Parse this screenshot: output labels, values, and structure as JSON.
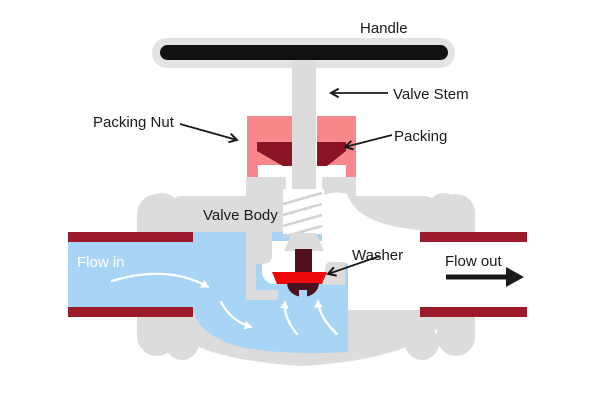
{
  "diagram": {
    "type": "globe-valve-cross-section",
    "labels": {
      "handle": "Handle",
      "valve_stem": "Valve Stem",
      "packing_nut": "Packing Nut",
      "packing": "Packing",
      "valve_body": "Valve Body",
      "washer": "Washer",
      "flow_in": "Flow in",
      "flow_out": "Flow out"
    },
    "colors": {
      "body_gray": "#dcdcdc",
      "handle_outline_gray": "#e3e3e3",
      "handle_black": "#111111",
      "pipe_wall_red": "#9b1b2d",
      "packing_pink": "#f8878c",
      "packing_dark_red": "#8c1324",
      "washer_red": "#ed0909",
      "disc_maroon": "#4d101c",
      "water_blue": "#a8d4f6",
      "thread_gray": "#d2d2d2",
      "chamber_white": "#ffffff",
      "label_black": "#1a1a1a",
      "flow_arrow_white": "#ffffff"
    }
  }
}
